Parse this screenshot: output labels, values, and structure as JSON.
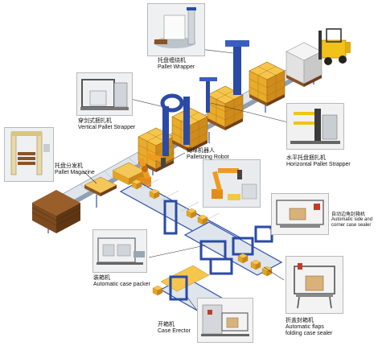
{
  "labels": {
    "pallet_wrapper": {
      "cn": "托盘缠绕机",
      "en": "Pallet Wrapper"
    },
    "vertical_strapper": {
      "cn": "穿剑式捆扎机",
      "en": "Vertical Pallet Strapper"
    },
    "pallet_magazine": {
      "cn": "托盘分发机",
      "en": "Pallet Magazine"
    },
    "palletizing_robot": {
      "cn": "码垛机器人",
      "en": "Palletizing Robot"
    },
    "horizontal_strapper": {
      "cn": "水平托盘捆扎机",
      "en": "Horizontal Pallet Strapper"
    },
    "corner_sealer": {
      "cn": "自动边角封箱机",
      "en1": "Automatic side and",
      "en2": "corner case sealer"
    },
    "case_packer": {
      "cn": "装箱机",
      "en": "Automatic case packer"
    },
    "flaps_sealer": {
      "cn": "折盖封箱机",
      "en1": "Automatic flaps",
      "en2": "folding case sealer"
    },
    "case_erector": {
      "cn": "开箱机",
      "en": "Case Erector"
    }
  },
  "colors": {
    "conveyor_top": "#dfe5ec",
    "conveyor_side": "#8fa0b3",
    "conveyor_frame": "#2e4fa8",
    "box_top": "#f6c64c",
    "box_left": "#e4a423",
    "box_right": "#c98717",
    "pallet_brown": "#8a5326",
    "machine_blue": "#2a4aa6",
    "forklift_yellow": "#f2c21a",
    "leader_line": "#333333"
  },
  "icons": [
    "forklift-icon",
    "robot-arm-icon",
    "wrapper-machine-icon",
    "strapper-machine-icon",
    "magazine-machine-icon"
  ]
}
